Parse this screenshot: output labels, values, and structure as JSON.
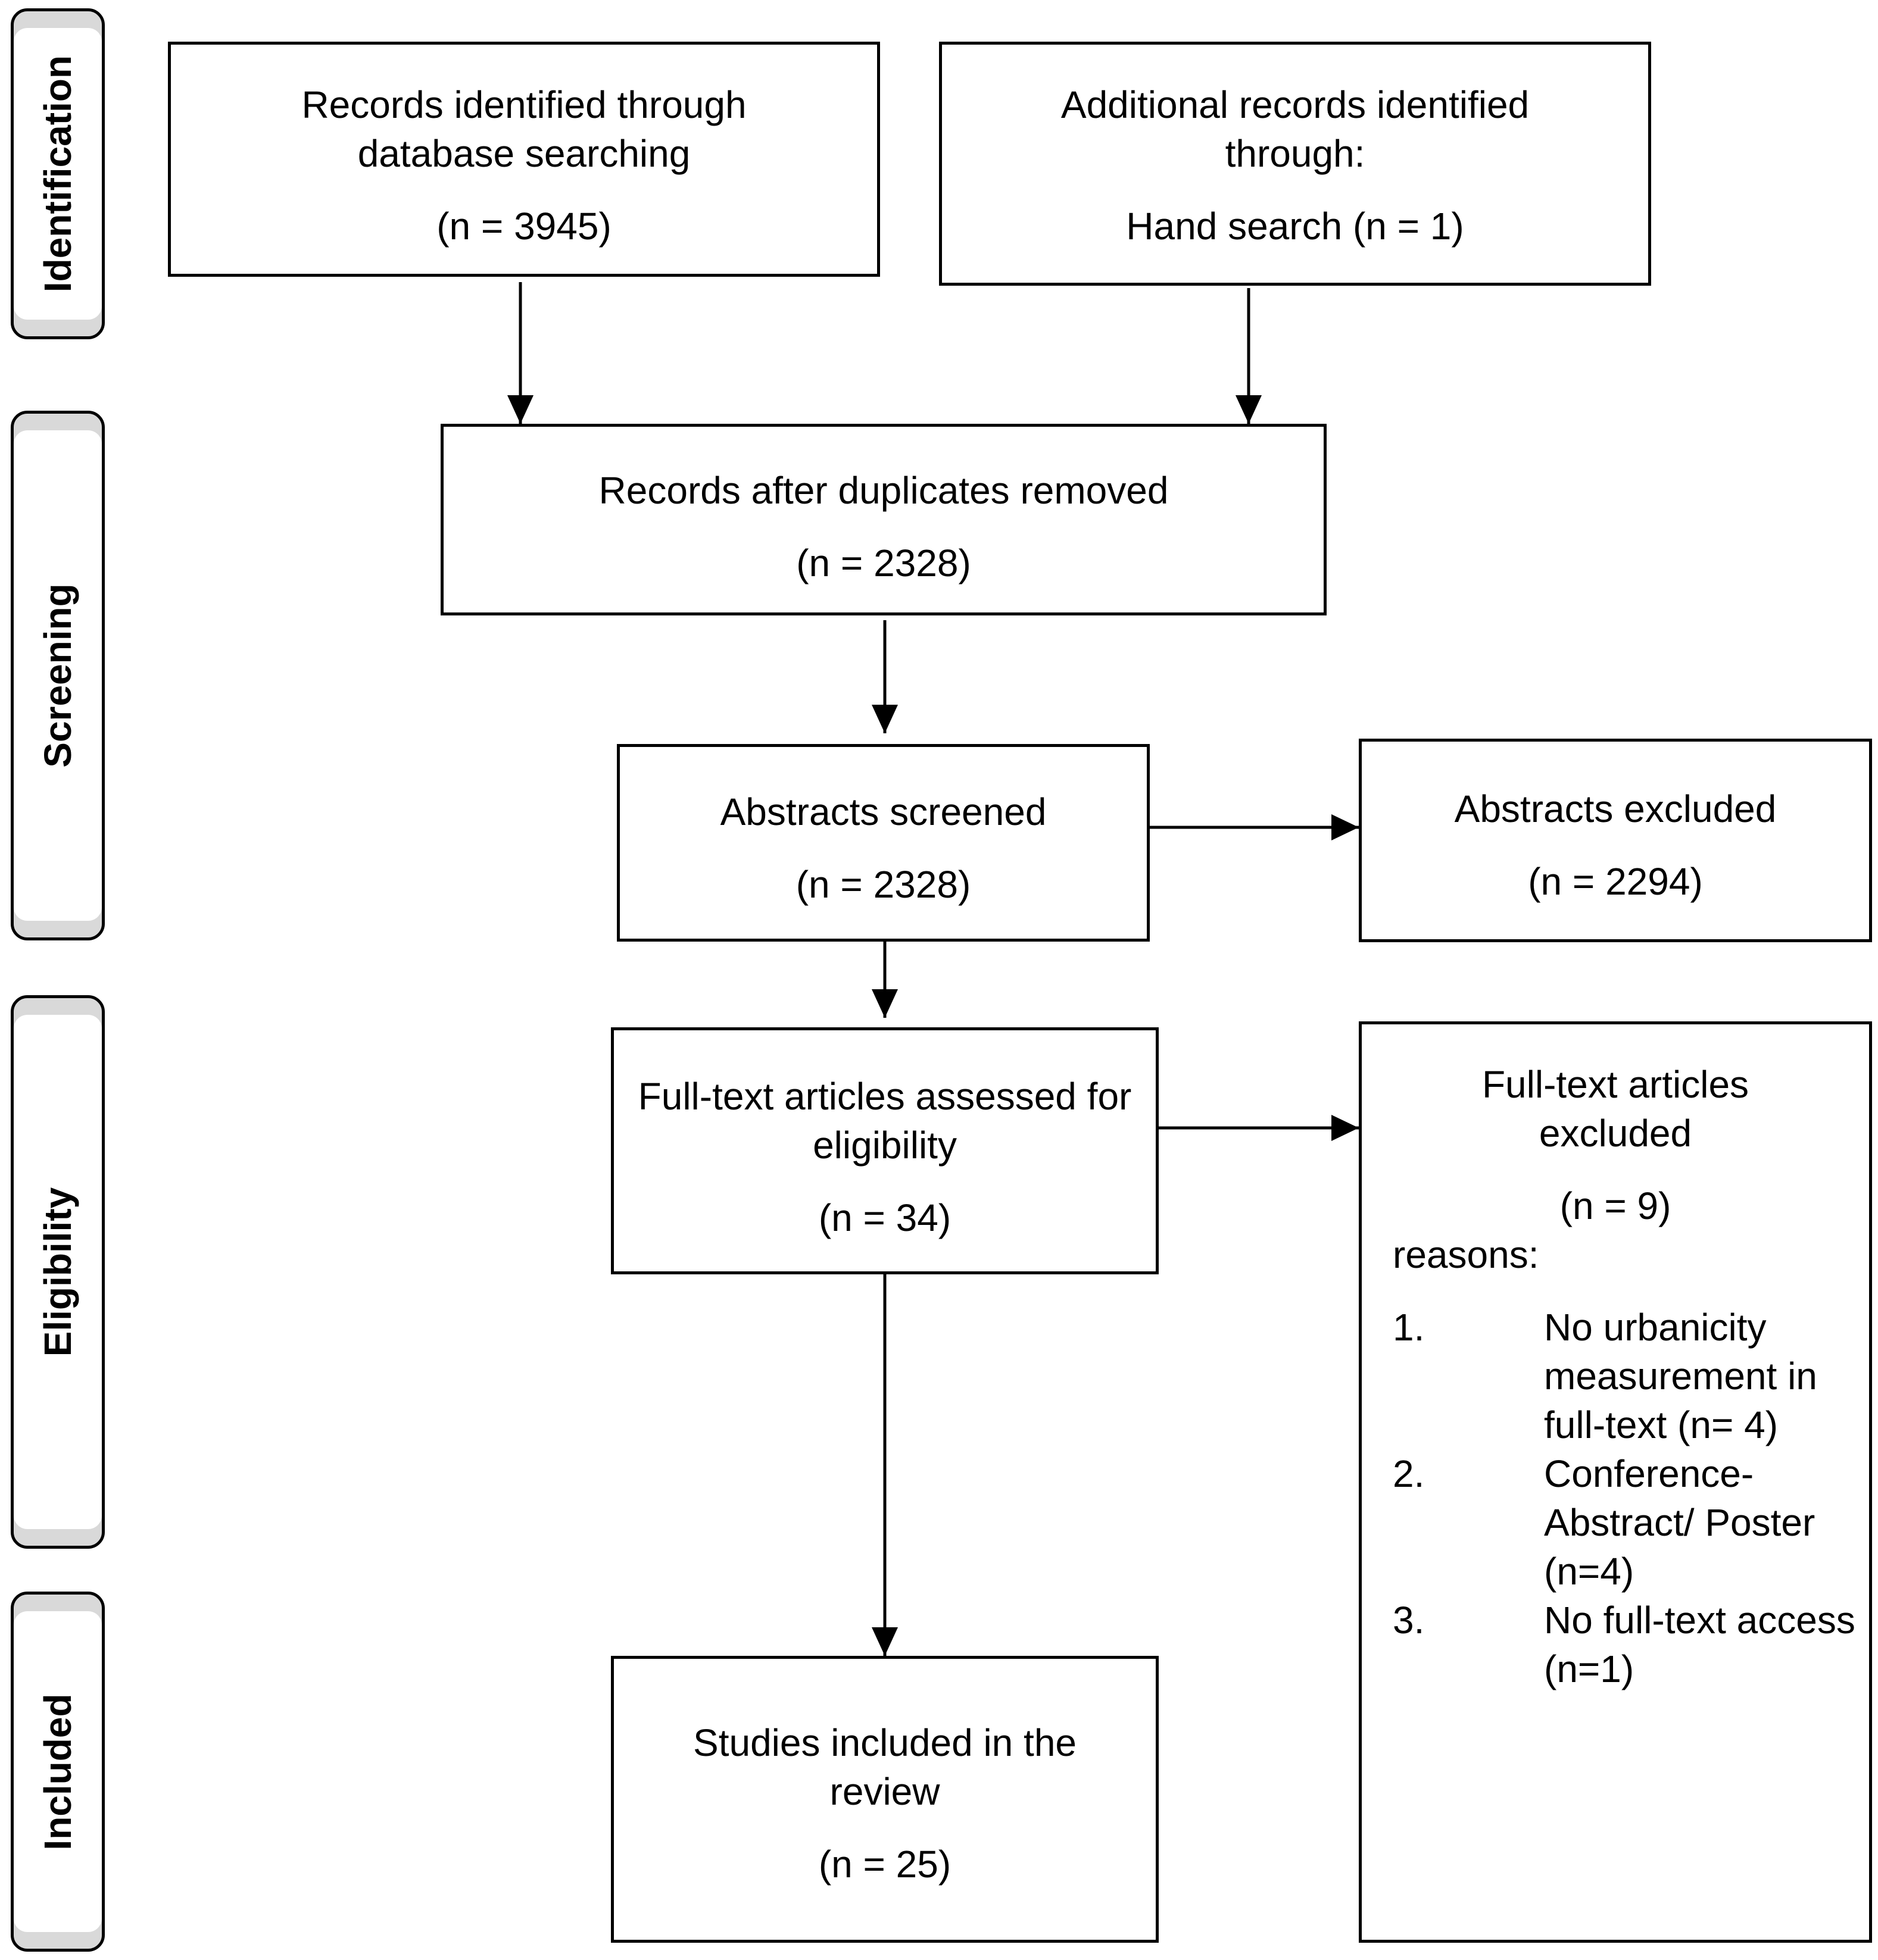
{
  "stages": [
    {
      "id": "identification",
      "label": "Identification"
    },
    {
      "id": "screening",
      "label": "Screening"
    },
    {
      "id": "eligibility",
      "label": "Eligibility"
    },
    {
      "id": "included",
      "label": "Included"
    }
  ],
  "boxes": {
    "database": {
      "title": "Records identified through database searching",
      "count": "(n = 3945)"
    },
    "additional": {
      "title": "Additional records identified through:",
      "count": "Hand search (n = 1)"
    },
    "duplicates": {
      "title": "Records after duplicates removed",
      "count": "(n = 2328)"
    },
    "screened": {
      "title": "Abstracts screened",
      "count": "(n = 2328)"
    },
    "abstracts_excluded": {
      "title": "Abstracts excluded",
      "count": "(n = 2294)"
    },
    "fulltext": {
      "title": "Full-text articles assessed for eligibility",
      "count": "(n = 34)"
    },
    "fulltext_excluded": {
      "title": "Full-text articles excluded",
      "count": "(n = 9)",
      "reasons_label": "reasons:",
      "reasons": [
        {
          "num": "1.",
          "text": "No urbanicity measurement in full-text (n= 4)"
        },
        {
          "num": "2.",
          "text": "Conference-Abstract/ Poster (n=4)"
        },
        {
          "num": "3.",
          "text": "No full-text access (n=1)"
        }
      ]
    },
    "included": {
      "title": "Studies included in the review",
      "count": "(n = 25)"
    }
  }
}
